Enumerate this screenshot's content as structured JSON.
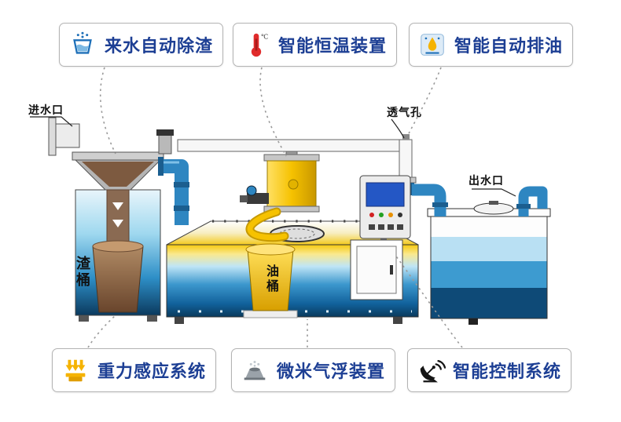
{
  "callouts": {
    "top": [
      {
        "label": "来水自动除渣",
        "icon": "water-deslag-icon"
      },
      {
        "label": "智能恒温装置",
        "icon": "thermostat-icon",
        "badge": "℃"
      },
      {
        "label": "智能自动排油",
        "icon": "auto-oil-drain-icon"
      }
    ],
    "bottom": [
      {
        "label": "重力感应系统",
        "icon": "gravity-sensor-icon"
      },
      {
        "label": "微米气浮装置",
        "icon": "micro-bubble-icon"
      },
      {
        "label": "智能控制系统",
        "icon": "smart-control-icon"
      }
    ]
  },
  "diagram": {
    "inlet_label": "进水口",
    "vent_label": "透气孔",
    "outlet_label": "出水口",
    "slag_bucket_label": "渣桶",
    "oil_bucket_label": "油桶"
  },
  "colors": {
    "label_blue": "#1d3f94",
    "pipe_blue": "#2e86c1",
    "oil_yellow": "#f5c400",
    "slag_brown": "#8a6a52",
    "tank_blue_dark": "#0a3a5c",
    "tank_blue_mid": "#3c97cd",
    "tank_blue_light": "#bfe5f6"
  }
}
